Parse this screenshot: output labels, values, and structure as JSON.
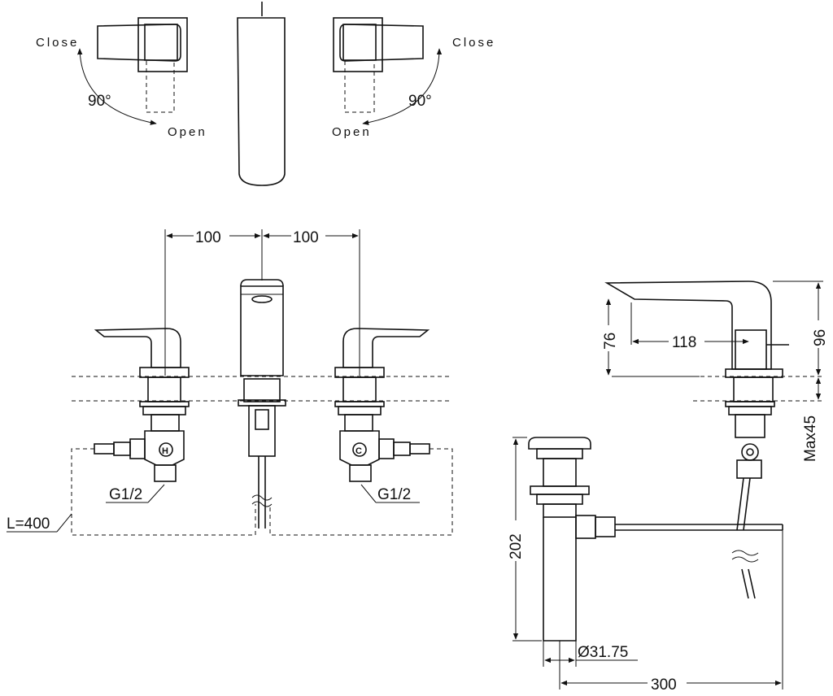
{
  "rotation_labels": {
    "close_left": "Close",
    "close_right": "Close",
    "open_left": "Open",
    "open_right": "Open",
    "angle_left": "90°",
    "angle_right": "90°"
  },
  "dimensions": {
    "spacing_left": "100",
    "spacing_right": "100",
    "thread_left": "G1/2",
    "thread_right": "G1/2",
    "hose_length": "L=400",
    "spout_height": "76",
    "spout_reach": "118",
    "overall_height": "96",
    "deck_max": "Max45",
    "drain_height": "202",
    "drain_diameter": "Ø31.75",
    "rod_length": "300"
  },
  "colors": {
    "line": "#111111",
    "background": "#ffffff"
  }
}
